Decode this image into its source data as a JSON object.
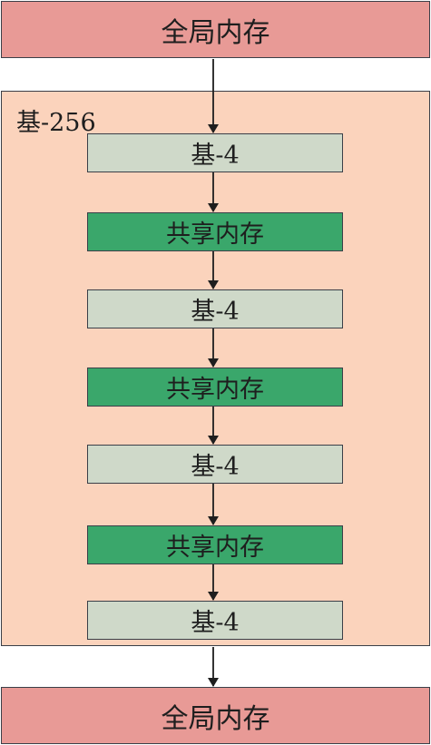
{
  "diagram": {
    "top_box": {
      "label": "全局内存"
    },
    "group": {
      "label": "基-256",
      "stages": [
        {
          "label": "基-4",
          "kind": "base"
        },
        {
          "label": "共享内存",
          "kind": "shared"
        },
        {
          "label": "基-4",
          "kind": "base"
        },
        {
          "label": "共享内存",
          "kind": "shared"
        },
        {
          "label": "基-4",
          "kind": "base"
        },
        {
          "label": "共享内存",
          "kind": "shared"
        },
        {
          "label": "基-4",
          "kind": "base"
        }
      ]
    },
    "bottom_box": {
      "label": "全局内存"
    },
    "colors": {
      "global_memory": "#e89a96",
      "group_background": "#fbd3bc",
      "base_stage": "#cfd9c9",
      "shared_memory": "#3aa76b",
      "border": "#3a3f48"
    }
  }
}
